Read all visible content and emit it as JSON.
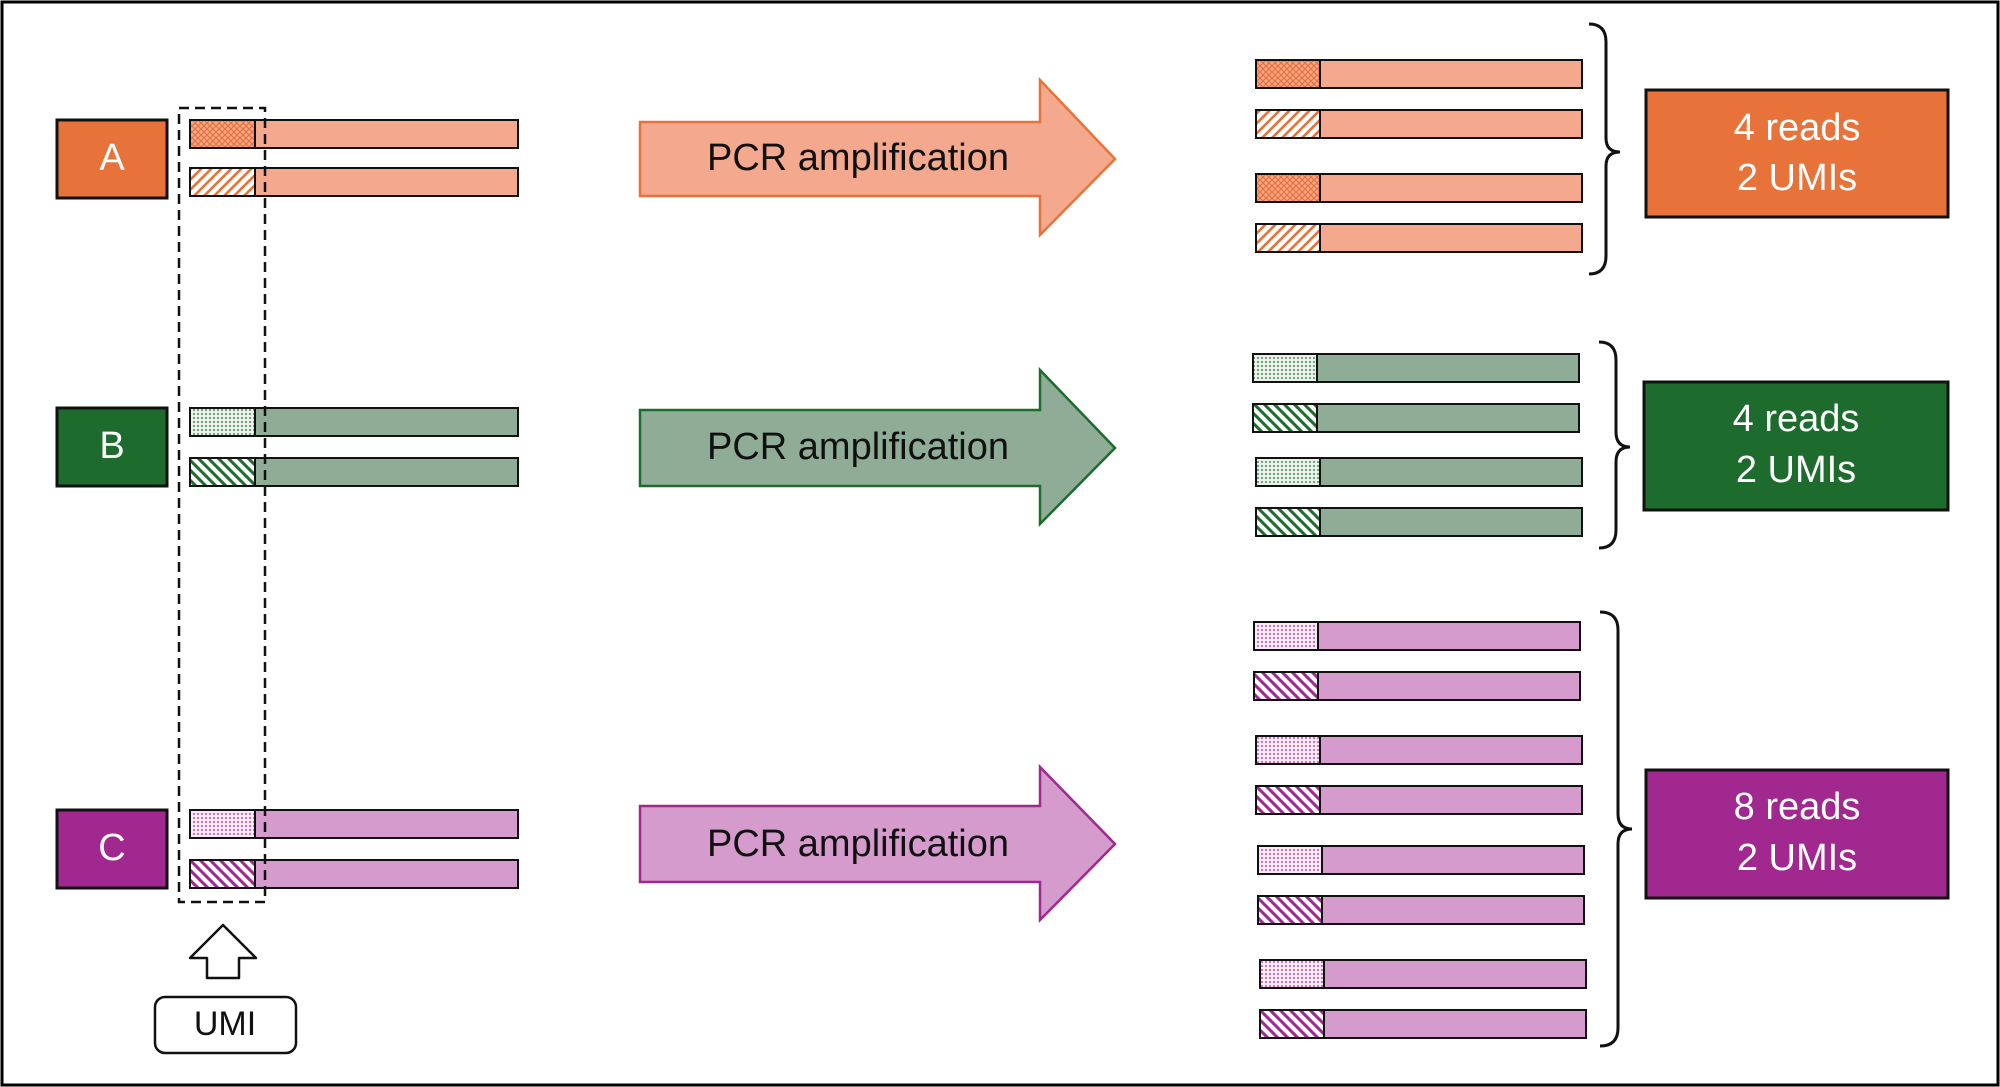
{
  "groups": [
    {
      "label": "A",
      "color": "#e8733a",
      "light": "#f4a98e",
      "arrow_label": "PCR amplification",
      "reads_label": "4 reads",
      "umis_label": "2 UMIs",
      "reads": [
        "crosshatch",
        "diagonal",
        "crosshatch",
        "diagonal"
      ]
    },
    {
      "label": "B",
      "color": "#1e6b2e",
      "light": "#8fac96",
      "arrow_label": "PCR amplification",
      "reads_label": "4 reads",
      "umis_label": "2 UMIs",
      "reads": [
        "dotted",
        "diagonal",
        "dotted",
        "diagonal"
      ]
    },
    {
      "label": "C",
      "color": "#a0288f",
      "light": "#d59bcc",
      "arrow_label": "PCR amplification",
      "reads_label": "8 reads",
      "umis_label": "2 UMIs",
      "reads": [
        "dotted",
        "diagonal",
        "dotted",
        "diagonal",
        "dotted",
        "diagonal",
        "dotted",
        "diagonal"
      ]
    }
  ],
  "umi_label": "UMI"
}
